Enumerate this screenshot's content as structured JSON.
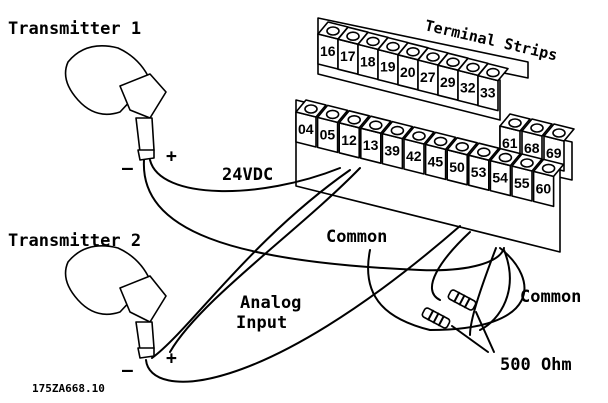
{
  "labels": {
    "transmitter1": "Transmitter 1",
    "transmitter2": "Transmitter 2",
    "terminal_strips": "Terminal Strips",
    "supply": "24VDC",
    "common_left": "Common",
    "common_right": "Common",
    "analog_input_line1": "Analog",
    "analog_input_line2": "Input",
    "resistor": "500 Ohm",
    "plus": "+",
    "minus": "–",
    "drawing_number": "175ZA668.10"
  },
  "terminals": {
    "upper_strip": [
      "16",
      "17",
      "18",
      "19",
      "20",
      "27",
      "29",
      "32",
      "33"
    ],
    "upper_strip_right": [
      "61",
      "68",
      "69"
    ],
    "lower_strip": [
      "04",
      "05",
      "12",
      "13",
      "39",
      "42",
      "45",
      "50",
      "53",
      "54",
      "55",
      "60"
    ]
  },
  "colors": {
    "ink": "#000000",
    "paper": "#ffffff"
  }
}
